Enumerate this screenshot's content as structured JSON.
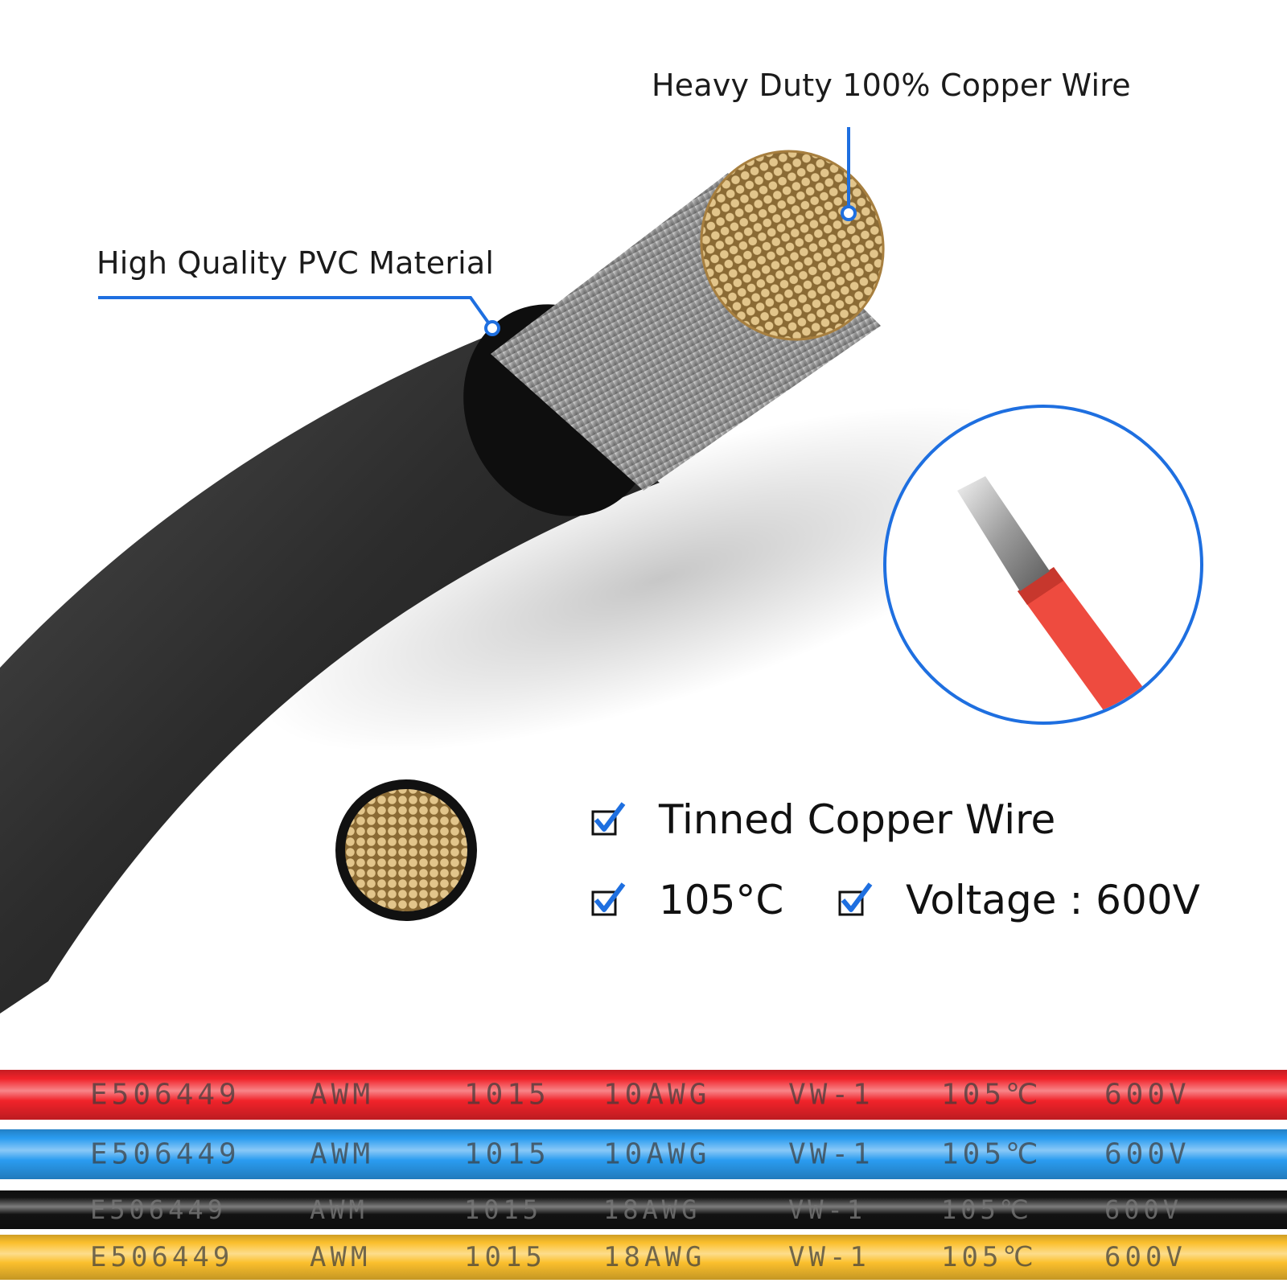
{
  "callouts": {
    "copper": "Heavy Duty 100% Copper Wire",
    "pvc": "High Quality PVC Material"
  },
  "features": {
    "tinned": "Tinned Copper Wire",
    "temp": "105°C",
    "voltage": "Voltage : 600V"
  },
  "wires": [
    {
      "color": "#f1232a",
      "cells": [
        "E506449",
        "AWM",
        "1015",
        "10AWG",
        "VW-1",
        "105℃",
        "600V"
      ]
    },
    {
      "color": "#2a9cf0",
      "cells": [
        "E506449",
        "AWM",
        "1015",
        "10AWG",
        "VW-1",
        "105℃",
        "600V"
      ]
    },
    {
      "color": "#121212",
      "cells": [
        "E506449",
        "AWM",
        "1015",
        "18AWG",
        "VW-1",
        "105℃",
        "600V"
      ]
    },
    {
      "color": "#fbc02d",
      "cells": [
        "E506449",
        "AWM",
        "1015",
        "18AWG",
        "VW-1",
        "105℃",
        "600V"
      ]
    }
  ],
  "colors": {
    "accent": "#1e6fe0",
    "copper": "#d8b67a",
    "inset_wire": "#ee4b3f"
  }
}
